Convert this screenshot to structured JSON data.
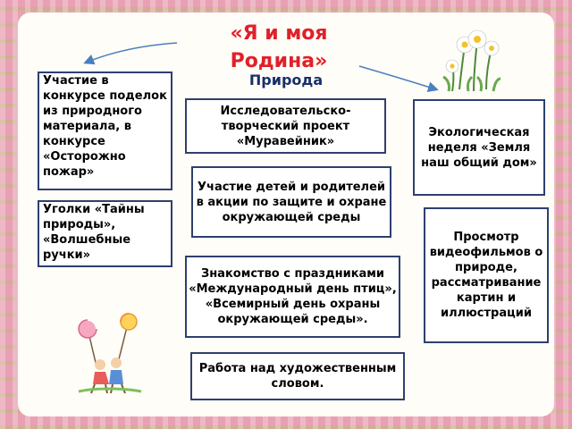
{
  "header": {
    "title_line1": "«Я и моя",
    "title_line2": "Родина»",
    "subtitle": "Природа"
  },
  "boxes": {
    "contest": "Участие в конкурсе поделок из природного материала, в конкурсе «Осторожно пожар»",
    "corners": "Уголки «Тайны природы», «Волшебные ручки»",
    "project": "Исследовательско-творческий проект «Муравейник»",
    "action": "Участие детей и родителей в акции по защите и охране окружающей среды",
    "holidays": "Знакомство с праздниками «Международный день птиц», «Всемирный день охраны окружающей среды».",
    "artword": "Работа над художественным словом.",
    "ecoweek": "Экологическая неделя «Земля наш общий дом»",
    "videos": "Просмотр видеофильмов о природе, рассматривание картин и иллюстраций"
  },
  "colors": {
    "frame": "#e8a0b4",
    "title": "#e0202a",
    "subtitle": "#1a2f6b",
    "border": "#2f3f6e",
    "arrow": "#4a7fc0"
  },
  "decorations": [
    "daisy-flowers-icon",
    "children-with-lollipops-icon"
  ]
}
